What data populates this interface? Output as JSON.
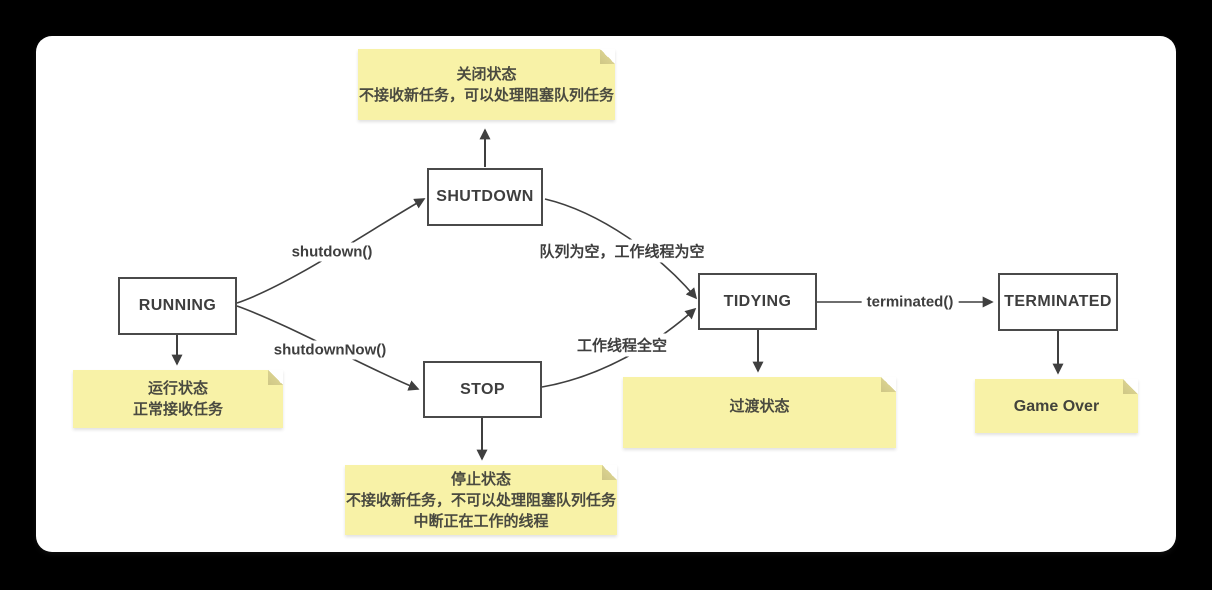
{
  "diagram": {
    "subject": "thread-pool-state-machine",
    "states": {
      "running": {
        "label": "RUNNING"
      },
      "shutdown": {
        "label": "SHUTDOWN"
      },
      "stop": {
        "label": "STOP"
      },
      "tidying": {
        "label": "TIDYING"
      },
      "terminated": {
        "label": "TERMINATED"
      }
    },
    "edges": {
      "shutdown_call": {
        "label": "shutdown()"
      },
      "shutdown_now_call": {
        "label": "shutdownNow()"
      },
      "queue_empty": {
        "label": "队列为空，工作线程为空"
      },
      "workers_empty": {
        "label": "工作线程全空"
      },
      "terminated_call": {
        "label": "terminated()"
      }
    },
    "notes": {
      "shutdown": {
        "line1": "关闭状态",
        "line2": "不接收新任务，可以处理阻塞队列任务"
      },
      "running": {
        "line1": "运行状态",
        "line2": "正常接收任务"
      },
      "stop": {
        "line1": "停止状态",
        "line2": "不接收新任务，不可以处理阻塞队列任务",
        "line3": "中断正在工作的线程"
      },
      "tidying": {
        "line1": "过渡状态"
      },
      "terminated": {
        "line1": "Game Over"
      }
    },
    "colors": {
      "canvas_background": "#000000",
      "card_background": "#ffffff",
      "note_fill": "#f8f2a7",
      "note_fold": "#d9d18f",
      "box_border": "#4a4a4a",
      "arrow": "#3f3f3f",
      "text": "#3e3e3e"
    }
  }
}
